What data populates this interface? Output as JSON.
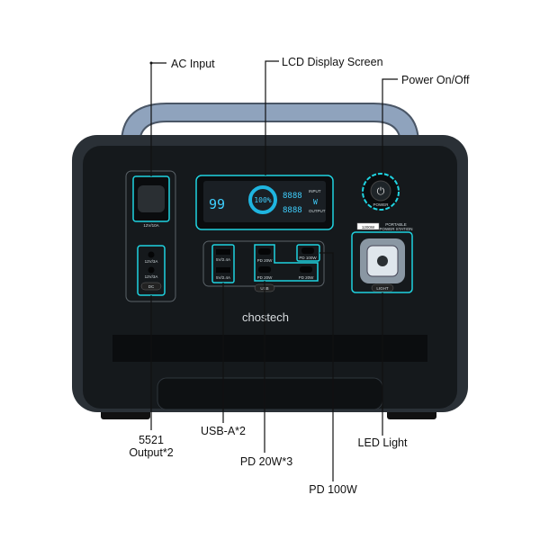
{
  "annotations": {
    "ac_input": "AC Input",
    "lcd": "LCD Display Screen",
    "power": "Power On/Off",
    "dc_output_line1": "5521",
    "dc_output_line2": "Output*2",
    "usb_a": "USB-A*2",
    "pd20": "PD 20W*3",
    "pd100": "PD 100W",
    "led": "LED Light"
  },
  "device": {
    "brand": "chostech",
    "ac_rating": "12V/10A",
    "dc_port1": "12V/3A",
    "dc_port2": "12V/3A",
    "dc_button": "DC",
    "usb_a1": "5V/2.4A",
    "usb_a2": "5V/2.4A",
    "pd20_1": "PD 20W",
    "pd20_2": "PD 20W",
    "pd20_3": "PD 20W",
    "pd100": "PD 100W",
    "usb_button": "USB",
    "power_label": "POWER",
    "capacity": "1200W",
    "product_line1": "PORTABLE",
    "product_line2": "POWER STATION",
    "light_button": "LIGHT",
    "lcd_left": "99",
    "lcd_percent": "100%",
    "lcd_input": "8888",
    "lcd_output": "8888",
    "lcd_input_label": "INPUT",
    "lcd_output_label": "OUTPUT",
    "lcd_unit": "W"
  },
  "colors": {
    "accent": "#1fd3e0",
    "body": "#1d2226",
    "handle": "#8fa3bd"
  }
}
